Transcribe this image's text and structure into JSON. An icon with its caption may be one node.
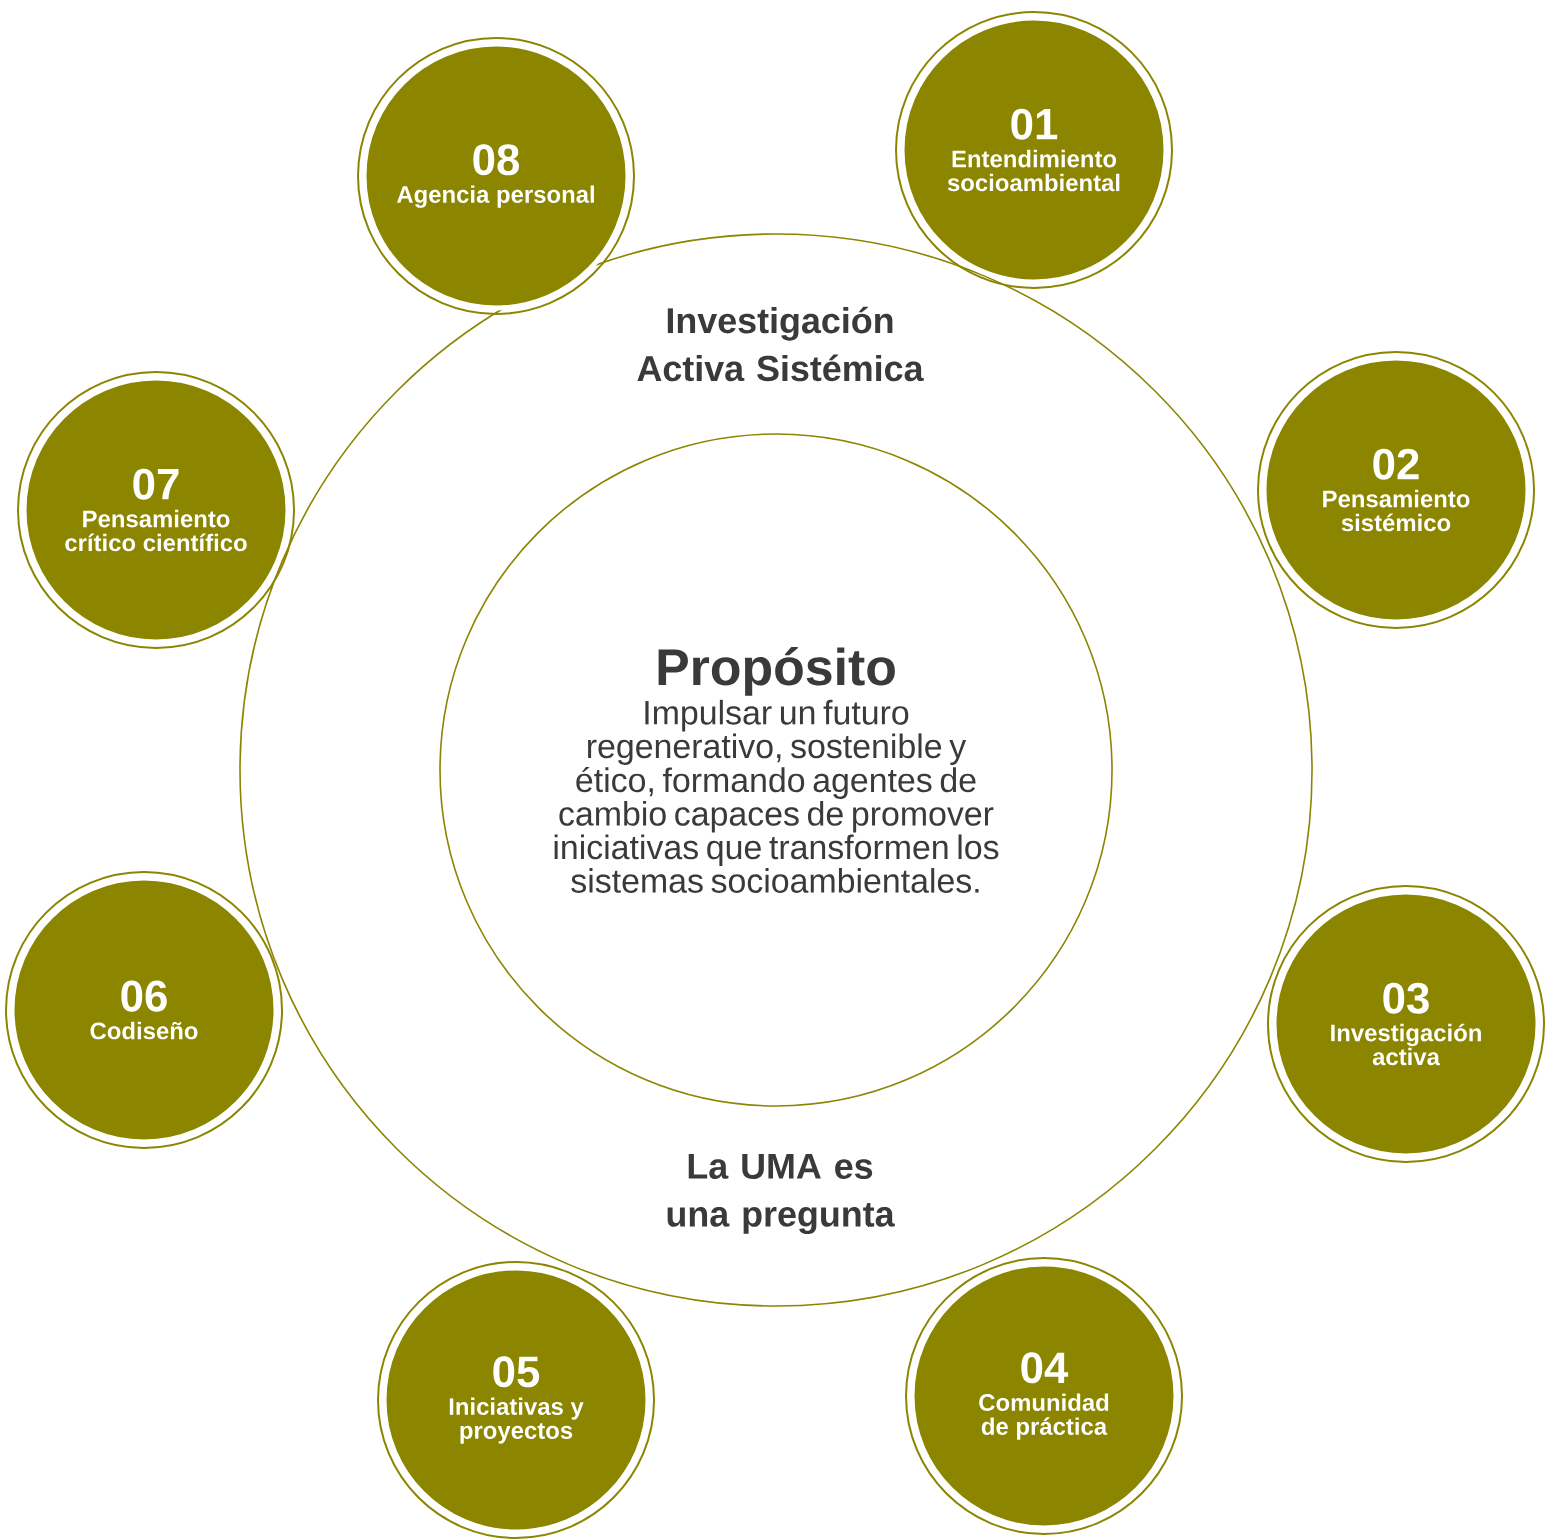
{
  "diagram": {
    "nodes": [
      {
        "text": [
          "Investigación Activa Sistémica",
          "La UMA es una pregunta"
        ]
      },
      {
        "text": [
          "Propósito",
          "Impulsar un futuro regenerativo, sostenible y ético, formando agentes de cambio capaces de promover iniciativas que transformen los sistemas socioambientales."
        ],
        "in": 0
      },
      {
        "text": [
          "01",
          "Entendimiento socioambiental"
        ]
      },
      {
        "text": [
          "02",
          "Pensamiento sistémico"
        ]
      },
      {
        "text": [
          "03",
          "Investigación activa"
        ]
      },
      {
        "text": [
          "04",
          "Comunidad de práctica"
        ]
      },
      {
        "text": [
          "05",
          "Iniciativas y proyectos"
        ]
      },
      {
        "text": [
          "06",
          "Codiseño"
        ]
      },
      {
        "text": [
          "07",
          "Pensamiento crítico científico"
        ]
      },
      {
        "text": [
          "08",
          "Agencia personal"
        ]
      }
    ]
  }
}
